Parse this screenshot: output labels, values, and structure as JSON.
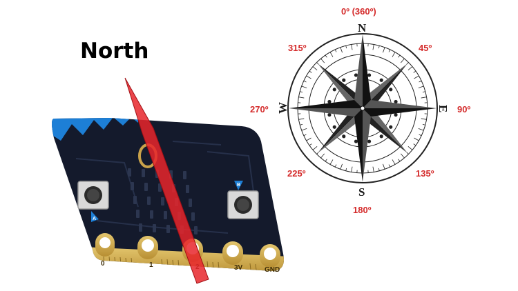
{
  "north_label": "North",
  "compass": {
    "cardinals": {
      "n": "N",
      "e": "E",
      "s": "S",
      "w": "W"
    },
    "bearings": {
      "b0": "0º (360º)",
      "b45": "45º",
      "b90": "90º",
      "b135": "135º",
      "b180": "180º",
      "b225": "225º",
      "b270": "270º",
      "b315": "315º"
    }
  },
  "board": {
    "pins": {
      "p0": "0",
      "p1": "1",
      "p2": "2",
      "p3v": "3V",
      "pgnd": "GND"
    },
    "buttons": {
      "a": "A",
      "b": "B"
    }
  },
  "colors": {
    "arrow": "#e8262b",
    "board": "#141a2c",
    "corner_accent": "#1d7fd6",
    "gold": "#c9a24a",
    "degree_text": "#d42a2a"
  }
}
